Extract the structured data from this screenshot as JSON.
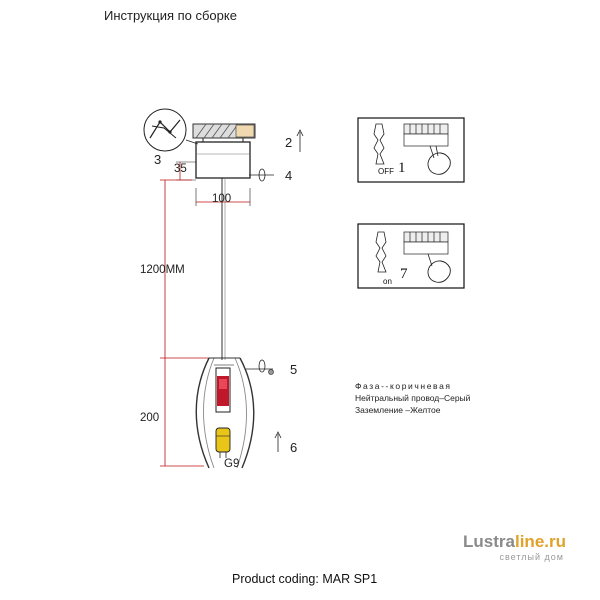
{
  "title": "Инструкция по сборке",
  "steps": {
    "s1": "1",
    "s2": "2",
    "s3": "3",
    "s4": "4",
    "s5": "5",
    "s6": "6",
    "s7": "7"
  },
  "dimensions": {
    "height_top": "35",
    "width": "100",
    "cable_length": "1200MM",
    "shade_height": "200"
  },
  "lamp_type": "G9",
  "panels": {
    "off_label": "OFF",
    "on_label": "on"
  },
  "wiring": {
    "phase": "Фаза--коричневая",
    "neutral": "Нейтральный провод–Серый",
    "ground": "Заземление –Желтое"
  },
  "product_coding": "Product coding: MAR SP1",
  "brand": {
    "name_part1": "Lustra",
    "name_part2": "line.ru",
    "tagline": "светлый дом"
  }
}
